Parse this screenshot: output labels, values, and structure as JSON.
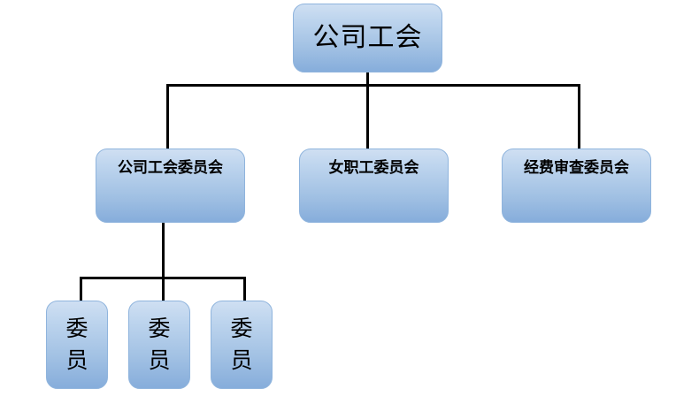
{
  "diagram": {
    "type": "organization-chart",
    "title_text": "公司工会",
    "colors": {
      "node_fill_top": "#cfdff2",
      "node_fill_bottom": "#86addb",
      "node_border": "#8fb4dd",
      "connector": "#000000",
      "text": "#000000",
      "background": "#ffffff"
    },
    "levels": [
      {
        "level": 1,
        "nodes": [
          {
            "id": "root",
            "label": "公司工会",
            "orientation": "horizontal"
          }
        ]
      },
      {
        "level": 2,
        "nodes": [
          {
            "id": "union-committee",
            "label": "公司工会委员会",
            "orientation": "horizontal"
          },
          {
            "id": "women-workers-committee",
            "label": "女职工委员会",
            "orientation": "horizontal"
          },
          {
            "id": "funds-audit-committee",
            "label": "经费审查委员会",
            "orientation": "horizontal"
          }
        ]
      },
      {
        "level": 3,
        "nodes": [
          {
            "id": "member-1",
            "label": "委员",
            "char_1": "委",
            "char_2": "员",
            "orientation": "vertical"
          },
          {
            "id": "member-2",
            "label": "委员",
            "char_1": "委",
            "char_2": "员",
            "orientation": "vertical"
          },
          {
            "id": "member-3",
            "label": "委员",
            "char_1": "委",
            "char_2": "员",
            "orientation": "vertical"
          }
        ]
      }
    ]
  }
}
